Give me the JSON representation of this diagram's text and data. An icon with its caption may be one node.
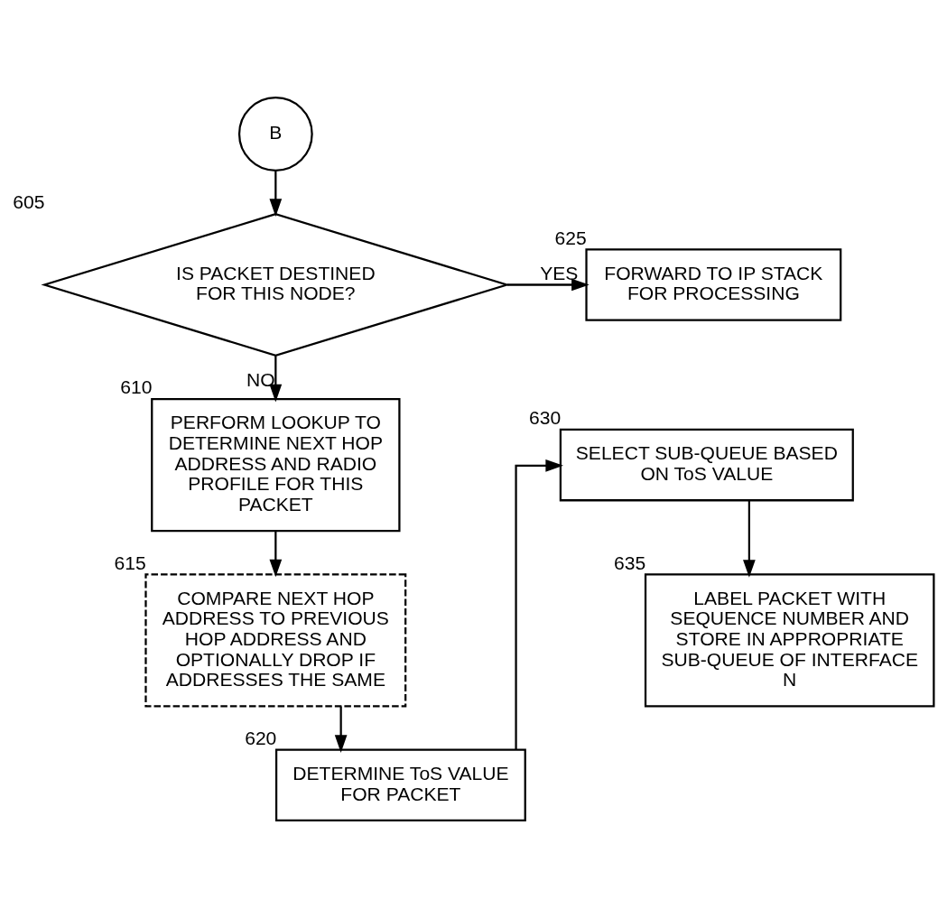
{
  "diagram": {
    "nodes": [
      {
        "text": [
          "B"
        ]
      },
      {
        "text": [
          "IS PACKET DESTINED FOR THIS NODE?"
        ],
        "beside": [
          "605"
        ]
      },
      {
        "text": [
          "FORWARD TO IP STACK FOR PROCESSING"
        ],
        "beside": [
          "625"
        ]
      },
      {
        "text": [
          "PERFORM LOOKUP TO DETERMINE NEXT HOP ADDRESS AND RADIO PROFILE FOR THIS PACKET"
        ],
        "beside": [
          "610"
        ]
      },
      {
        "text": [
          "COMPARE NEXT HOP ADDRESS TO PREVIOUS HOP ADDRESS AND OPTIONALLY DROP IF ADDRESSES THE SAME"
        ],
        "beside": [
          "615"
        ]
      },
      {
        "text": [
          "DETERMINE ToS VALUE FOR PACKET"
        ],
        "beside": [
          "620"
        ]
      },
      {
        "text": [
          "SELECT SUB-QUEUE BASED ON ToS VALUE"
        ],
        "beside": [
          "630"
        ]
      },
      {
        "text": [
          "LABEL PACKET WITH SEQUENCE NUMBER AND STORE IN APPROPRIATE SUB-QUEUE OF INTERFACE N"
        ],
        "beside": [
          "635"
        ]
      }
    ],
    "edges": [
      {
        "from": 0,
        "to": 1,
        "arrow": "to"
      },
      {
        "from": 1,
        "to": 2,
        "arrow": "to",
        "label": "YES"
      },
      {
        "from": 1,
        "to": 3,
        "arrow": "to",
        "label": "NO"
      },
      {
        "from": 3,
        "to": 4,
        "arrow": "to"
      },
      {
        "from": 4,
        "to": 5,
        "arrow": "to"
      },
      {
        "from": 5,
        "to": 6,
        "arrow": "to"
      },
      {
        "from": 6,
        "to": 7,
        "arrow": "to"
      }
    ]
  }
}
